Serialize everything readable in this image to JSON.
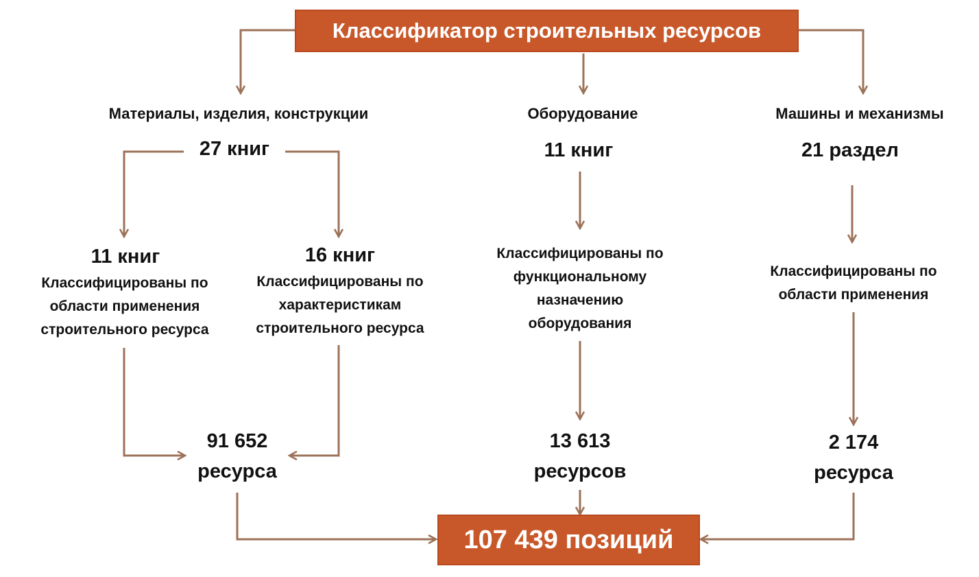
{
  "colors": {
    "box_fill": "#c8582a",
    "arrow": "#9c7258"
  },
  "top_box": {
    "label": "Классификатор строительных ресурсов"
  },
  "bottom_box": {
    "label": "107 439 позиций"
  },
  "branches": {
    "materials": {
      "title": "Материалы, изделия, конструкции",
      "count": "27 книг",
      "sub_left": {
        "count": "11 книг",
        "description": "Классифицированы по области применения строительного ресурса"
      },
      "sub_right": {
        "count": "16 книг",
        "description": "Классифицированы по характеристикам строительного ресурса"
      },
      "total_number": "91 652",
      "total_unit": "ресурса"
    },
    "equipment": {
      "title": "Оборудование",
      "count": "11 книг",
      "description": "Классифицированы по функциональному назначению оборудования",
      "total_number": "13 613",
      "total_unit": "ресурсов"
    },
    "machines": {
      "title": "Машины и механизмы",
      "count": "21 раздел",
      "description": "Классифицированы по области применения",
      "total_number": "2 174",
      "total_unit": "ресурса"
    }
  }
}
